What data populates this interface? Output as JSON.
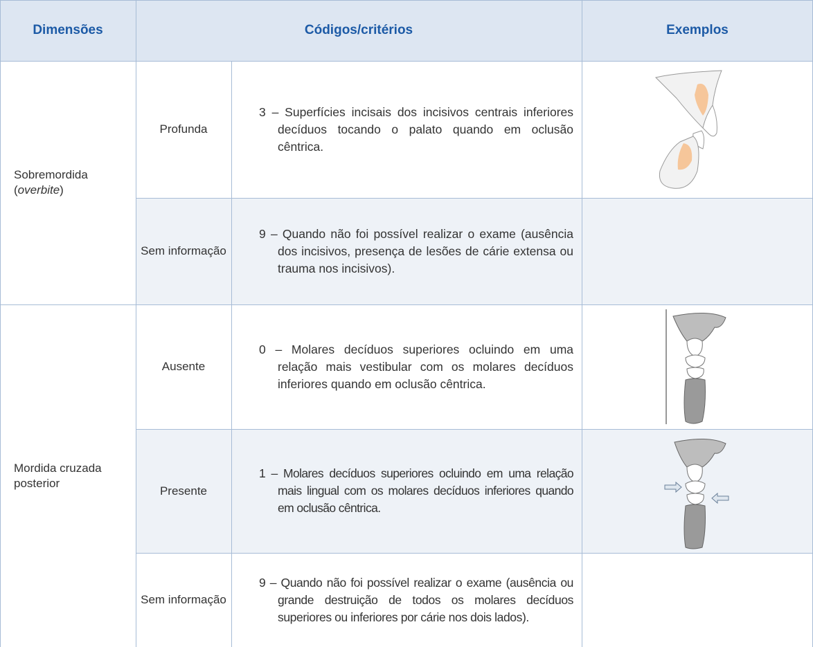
{
  "header": {
    "dimensions": "Dimensões",
    "codes": "Códigos/critérios",
    "examples": "Exemplos"
  },
  "sections": [
    {
      "dimension_main": "Sobremordida",
      "dimension_paren_open": "(",
      "dimension_italic": "overbite",
      "dimension_paren_close": ")",
      "rows": [
        {
          "label": "Profunda",
          "criterion": "3 – Superfícies incisais dos incisivos centrais inferiores decíduos tocando o palato quando em oclusão cêntrica.",
          "example_icon": "overbite-deep-teeth-illustration"
        },
        {
          "label": "Sem informação",
          "criterion": "9 – Quando não foi possível realizar o exame (ausência dos incisivos, presença de lesões de cárie extensa ou trauma nos incisivos).",
          "example_icon": ""
        }
      ]
    },
    {
      "dimension_main": "Mordida cruzada posterior",
      "rows": [
        {
          "label": "Ausente",
          "criterion": "0 – Molares decíduos superiores ocluindo em uma relação mais vestibular com os molares decíduos inferiores quando em oclusão cêntrica.",
          "example_icon": "crossbite-absent-molars-illustration"
        },
        {
          "label": "Presente",
          "criterion": "1 – Molares decíduos superiores ocluindo em uma relação mais lingual com os molares decíduos inferiores quando em oclusão cêntrica.",
          "example_icon": "crossbite-present-molars-illustration"
        },
        {
          "label": "Sem informação",
          "criterion": "9 – Quando não foi possível realizar o exame (ausência ou grande destruição de todos os molares decíduos superiores ou inferiores por cárie nos dois lados).",
          "example_icon": ""
        }
      ]
    }
  ],
  "colors": {
    "header_bg": "#dde6f2",
    "header_text": "#1c5aa6",
    "row_shade": "#eef2f7",
    "rule": "#a7bcd6",
    "tooth_highlight": "#f6c69a"
  }
}
